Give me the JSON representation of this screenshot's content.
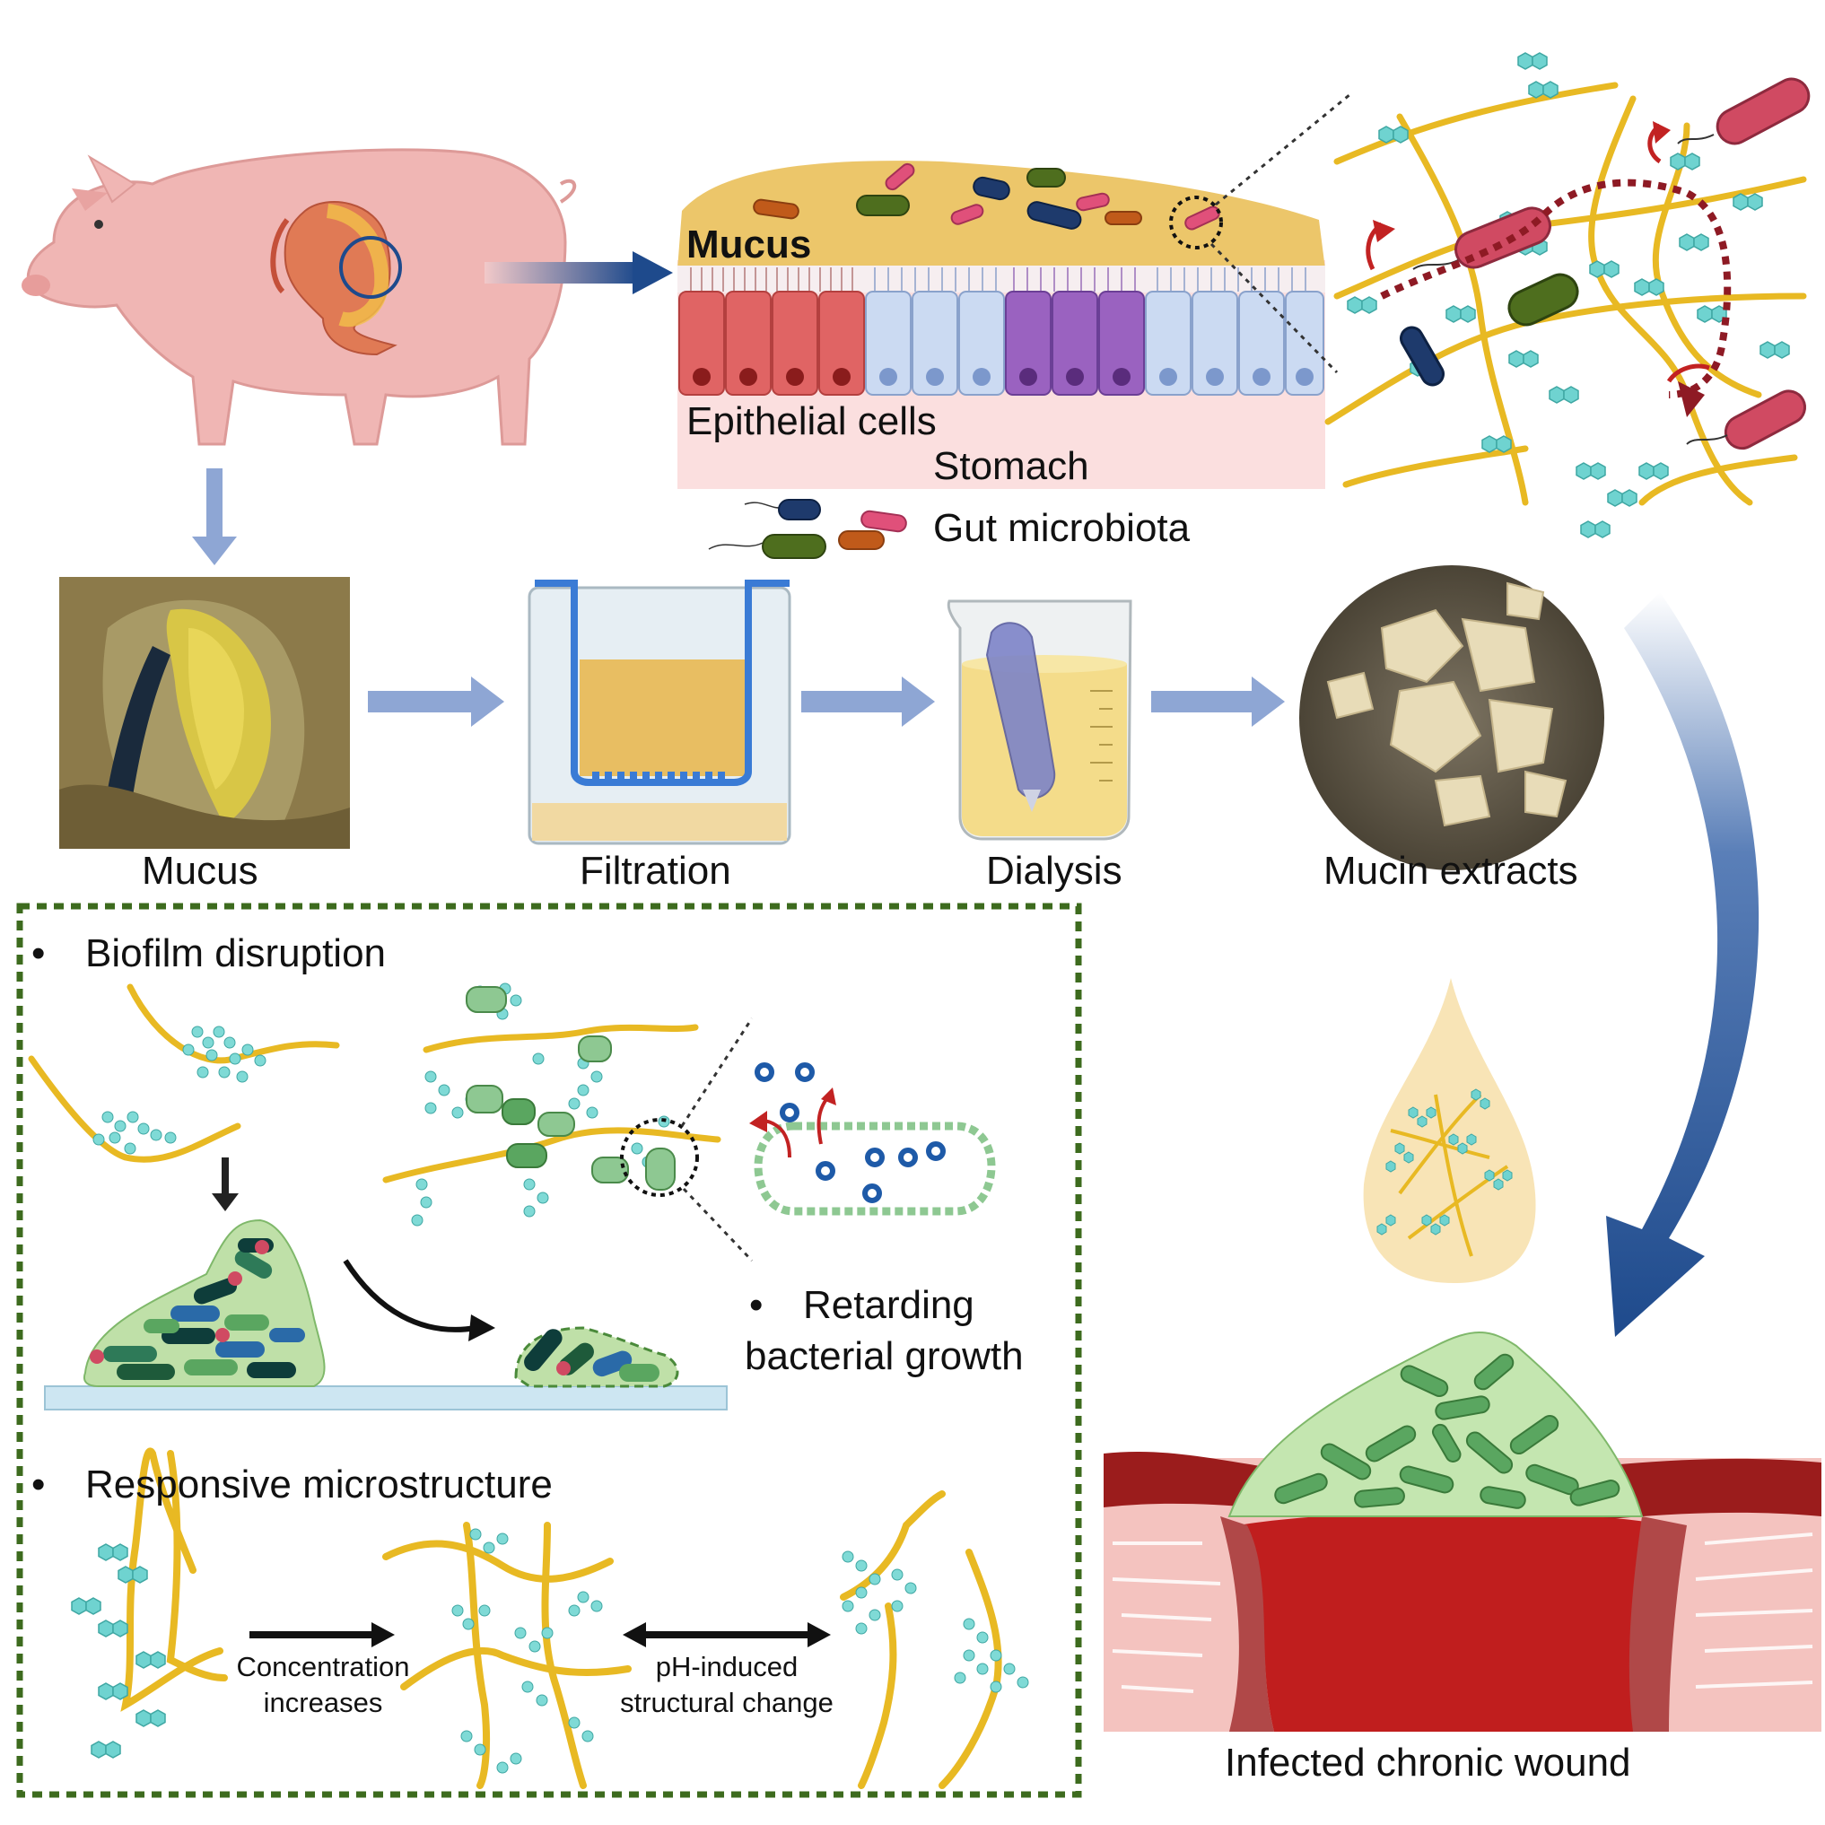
{
  "stomach_panel": {
    "mucus_label": "Mucus",
    "epithelial_label": "Epithelial cells",
    "stomach_label": "Stomach",
    "microbiota_label": "Gut microbiota"
  },
  "process_steps": [
    {
      "label": "Mucus"
    },
    {
      "label": "Filtration"
    },
    {
      "label": "Dialysis"
    },
    {
      "label": "Mucin extracts"
    }
  ],
  "functions_box": {
    "biofilm_heading": "Biofilm disruption",
    "growth_heading_line1": "Retarding",
    "growth_heading_line2": "bacterial growth",
    "responsive_heading": "Responsive microstructure",
    "concentration_line1": "Concentration",
    "concentration_line2": "increases",
    "ph_line1": "pH-induced",
    "ph_line2": "structural change",
    "bullet": "•"
  },
  "wound": {
    "label": "Infected chronic wound"
  },
  "colors": {
    "arrow_light": "#8ea6d4",
    "arrow_dark": "#1e4a8c",
    "mucin_yellow": "#e8b923",
    "glycan_teal": "#6fd3d0",
    "box_border": "#3d6b1e",
    "mucus_layer": "#ecc66a",
    "tissue_red": "#9b1c1c",
    "biofilm_green": "#5aa660"
  }
}
